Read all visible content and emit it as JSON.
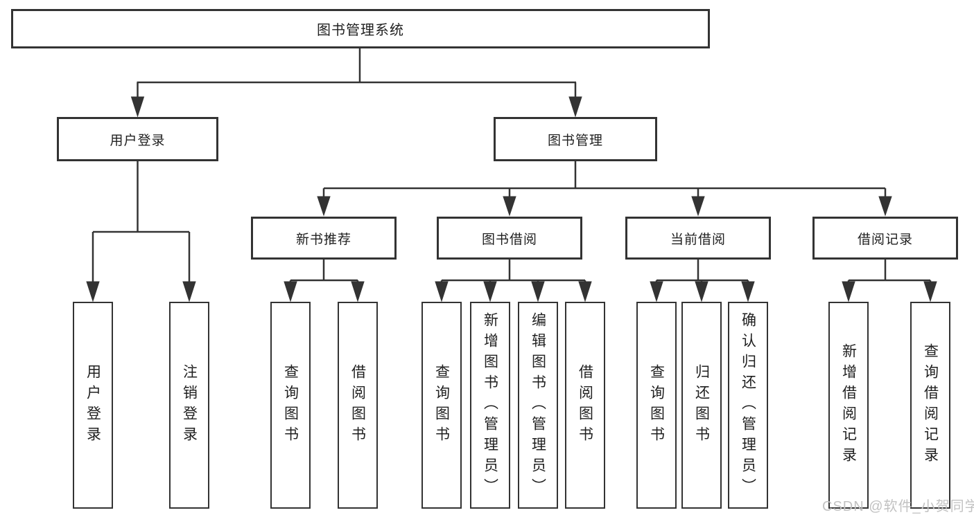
{
  "root": {
    "label": "图书管理系统"
  },
  "branches": {
    "user_login": {
      "label": "用户登录",
      "children": [
        {
          "label": "用户登录"
        },
        {
          "label": "注销登录"
        }
      ]
    },
    "book_management": {
      "label": "图书管理",
      "children": [
        {
          "label": "新书推荐",
          "children": [
            {
              "label": "查询图书"
            },
            {
              "label": "借阅图书"
            }
          ]
        },
        {
          "label": "图书借阅",
          "children": [
            {
              "label": "查询图书"
            },
            {
              "label": "新增图书（管理员）"
            },
            {
              "label": "编辑图书（管理员）"
            },
            {
              "label": "借阅图书"
            }
          ]
        },
        {
          "label": "当前借阅",
          "children": [
            {
              "label": "查询图书"
            },
            {
              "label": "归还图书"
            },
            {
              "label": "确认归还（管理员）"
            }
          ]
        },
        {
          "label": "借阅记录",
          "children": [
            {
              "label": "新增借阅记录"
            },
            {
              "label": "查询借阅记录"
            }
          ]
        }
      ]
    }
  },
  "watermark": {
    "text": "CSDN @软件_小贺同学",
    "color": "#c2c2c2"
  },
  "colors": {
    "line": "#333333",
    "text": "#1f1f1f",
    "background": "#ffffff"
  }
}
